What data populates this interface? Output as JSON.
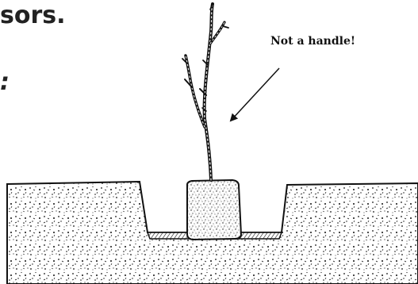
{
  "heading": {
    "line1_fragment": "sors.",
    "line2_fragment": ":"
  },
  "callout": {
    "text": "Not a handle!"
  },
  "illustration": {
    "subject": "potted sapling set into a planting hole",
    "icons": [
      "sapling-icon",
      "root-ball-icon",
      "soil-icon",
      "planting-hole-icon",
      "arrow-icon"
    ]
  },
  "colors": {
    "ink": "#111111",
    "paper": "#ffffff"
  }
}
